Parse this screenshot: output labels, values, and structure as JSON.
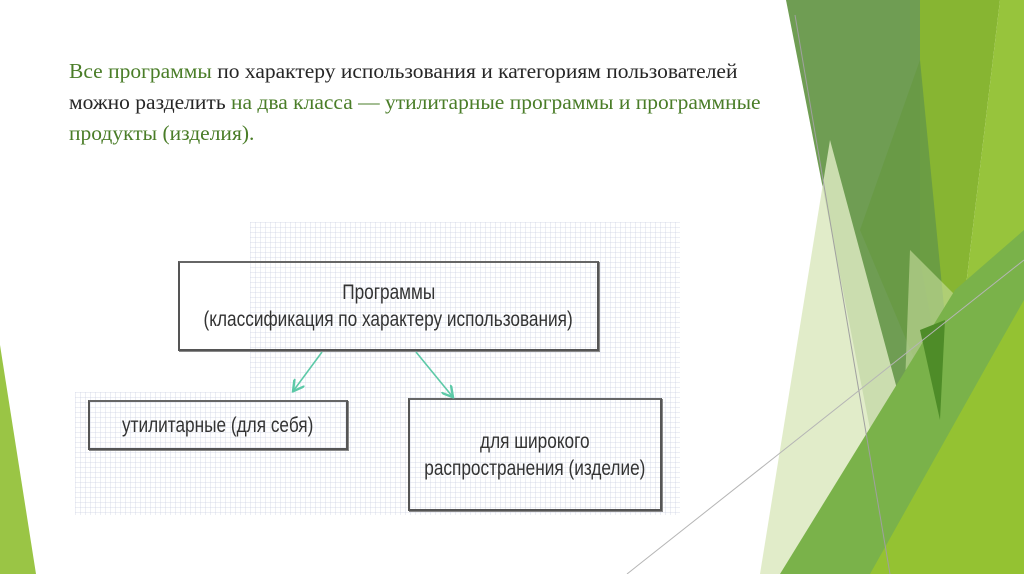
{
  "slide": {
    "intro_segments": [
      {
        "text": "Все программы",
        "highlight": true
      },
      {
        "text": " по характеру использования и категориям пользователей можно разделить ",
        "highlight": false
      },
      {
        "text": "на два класса — утилитарные программы и программные продукты (изделия).",
        "highlight": true
      }
    ],
    "colors": {
      "text": "#262626",
      "highlight": "#4a7d28",
      "arrow": "#5cc9a7",
      "green_dark": "#6b9a4c",
      "green_mid": "#86b431",
      "green_light": "#96c43a"
    }
  },
  "diagram": {
    "root": {
      "line1": "Программы",
      "line2": "(классификация по характеру использования)"
    },
    "children": [
      {
        "line1": "утилитарные (для себя)"
      },
      {
        "line1": "для широкого",
        "line2": "распространения (изделие)"
      }
    ]
  }
}
